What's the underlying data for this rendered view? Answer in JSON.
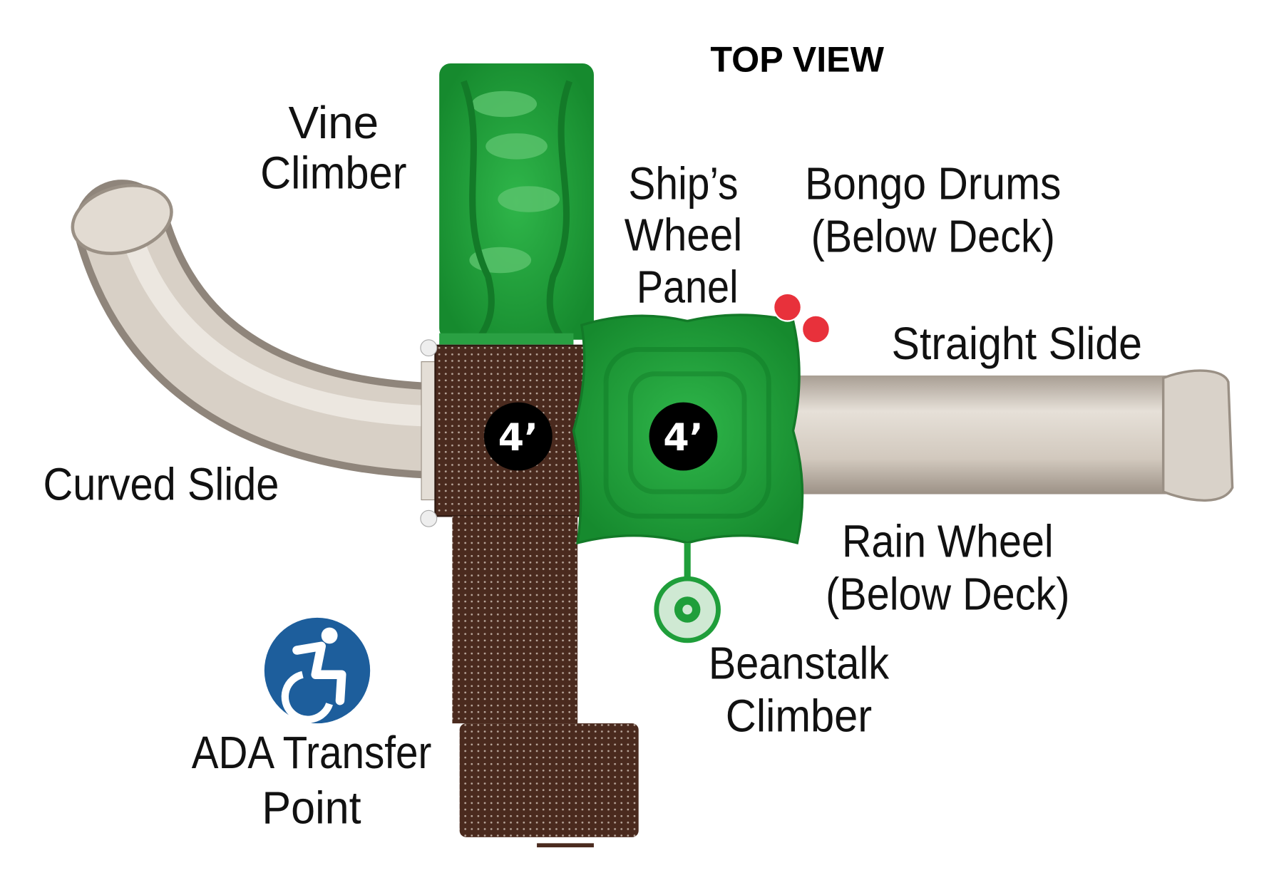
{
  "title": "TOP VIEW",
  "labels": {
    "vine_climber": [
      "Vine",
      "Climber"
    ],
    "ships_wheel_panel": [
      "Ship’s",
      "Wheel",
      "Panel"
    ],
    "bongo_drums": [
      "Bongo Drums",
      "(Below Deck)"
    ],
    "straight_slide": "Straight Slide",
    "curved_slide": "Curved Slide",
    "rain_wheel": [
      "Rain Wheel",
      "(Below Deck)"
    ],
    "beanstalk_climber": [
      "Beanstalk",
      "Climber"
    ],
    "ada_transfer_point": [
      "ADA Transfer",
      "Point"
    ]
  },
  "deck_heights": [
    "4’",
    "4’"
  ],
  "colors": {
    "green": "#1f9e3a",
    "deck_brown": "#4a2a1e",
    "slide_tan": "#cfc6bb",
    "ada_blue": "#1d5e9c",
    "bongo_red": "#e8313b"
  }
}
